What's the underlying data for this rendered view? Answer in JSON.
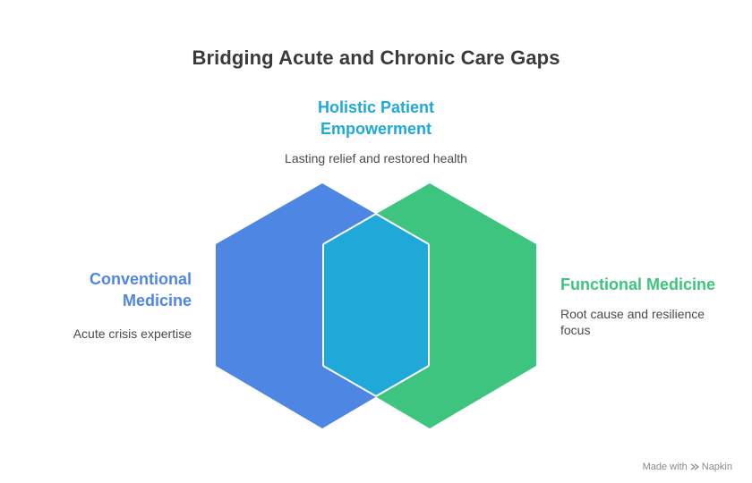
{
  "title": "Bridging Acute and Chronic Care Gaps",
  "colors": {
    "conventional": "#4e86e4",
    "functional": "#3dc47e",
    "overlap": "#1fa8d8",
    "title": "#3a3a3a",
    "description": "#4a4a4a"
  },
  "sections": {
    "top": {
      "title": "Holistic Patient Empowerment",
      "description": "Lasting relief and restored health"
    },
    "left": {
      "title": "Conventional Medicine",
      "description": "Acute crisis expertise"
    },
    "right": {
      "title": "Functional Medicine",
      "description": "Root cause and resilience focus"
    }
  },
  "watermark": {
    "prefix": "Made with",
    "brand": "Napkin",
    "icon": "napkin-logo-icon"
  }
}
